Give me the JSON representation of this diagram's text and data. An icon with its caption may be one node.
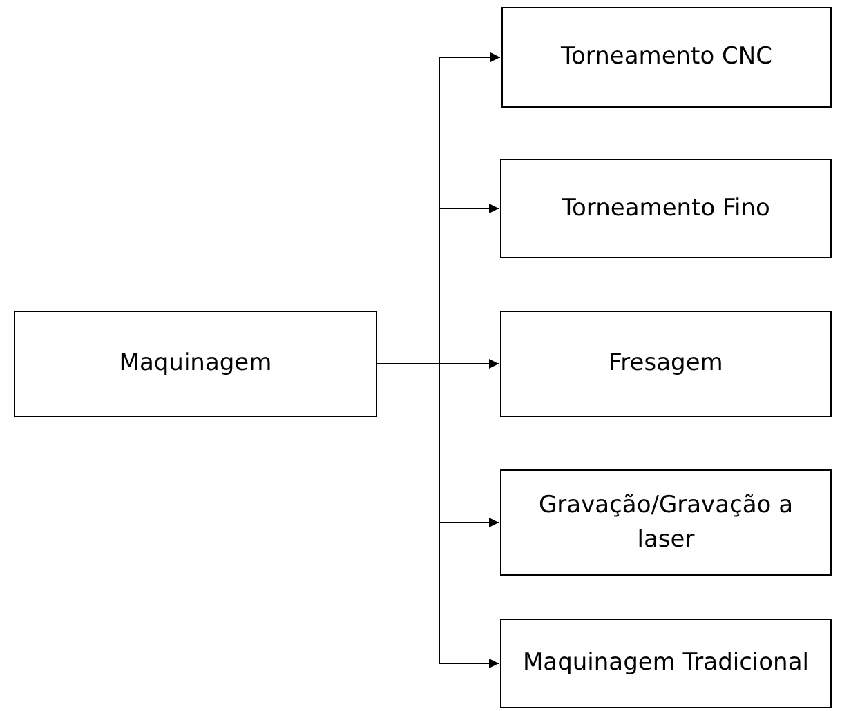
{
  "diagram": {
    "nodes": [
      {
        "text": [
          "Maquinagem"
        ]
      },
      {
        "text": [
          "Torneamento CNC"
        ]
      },
      {
        "text": [
          "Torneamento Fino"
        ]
      },
      {
        "text": [
          "Fresagem"
        ]
      },
      {
        "text": [
          "Gravação/Gravação a laser"
        ]
      },
      {
        "text": [
          "Maquinagem Tradicional"
        ]
      }
    ],
    "edges": [
      {
        "from": 0,
        "to": 1,
        "arrow": "to"
      },
      {
        "from": 0,
        "to": 2,
        "arrow": "to"
      },
      {
        "from": 0,
        "to": 3,
        "arrow": "to"
      },
      {
        "from": 0,
        "to": 4,
        "arrow": "to"
      },
      {
        "from": 0,
        "to": 5,
        "arrow": "to"
      }
    ]
  }
}
